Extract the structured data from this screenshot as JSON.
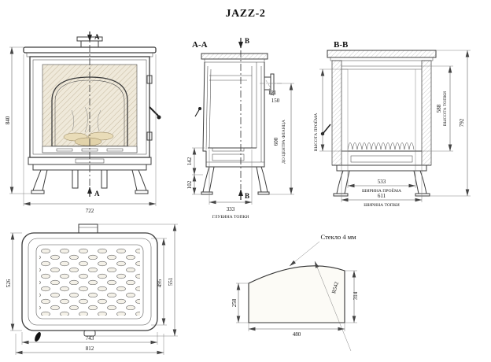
{
  "title": "JAZZ-2",
  "front_view": {
    "section_letter_top": "A",
    "section_letter_bottom": "A",
    "overall_height": "840",
    "overall_width": "722"
  },
  "section_aa": {
    "view_label": "A-A",
    "section_letter_top": "B",
    "section_letter_bottom": "B",
    "flange_dim_1": "121",
    "flange_dim_2": "150",
    "flange_center_height": "600",
    "flange_center_label": "ДО ЦЕНТРА ФЛАНЦА",
    "dim_142": "142",
    "dim_102": "102",
    "firebox_depth": "333",
    "firebox_depth_label": "ГЛУБИНА ТОПКИ"
  },
  "section_bb": {
    "view_label": "В-В",
    "opening_height_label": "ВЫСОТА ПРОЁМА",
    "firebox_height": "588",
    "firebox_height_label": "ВЫСОТА ТОПКИ",
    "overall_height": "792",
    "opening_width": "533",
    "opening_width_label": "ШИРИНА ПРОЁМА",
    "firebox_width": "611",
    "firebox_width_label": "ШИРИНА ТОПКИ"
  },
  "top_view": {
    "depth_left": "526",
    "depth_right_inner": "495",
    "depth_right_outer": "551",
    "width_inner": "743",
    "width_outer": "812"
  },
  "glass_detail": {
    "callout": "Стекло 4 мм",
    "radius": "R542",
    "height_left": "258",
    "height_right": "314",
    "width_bottom": "480"
  }
}
